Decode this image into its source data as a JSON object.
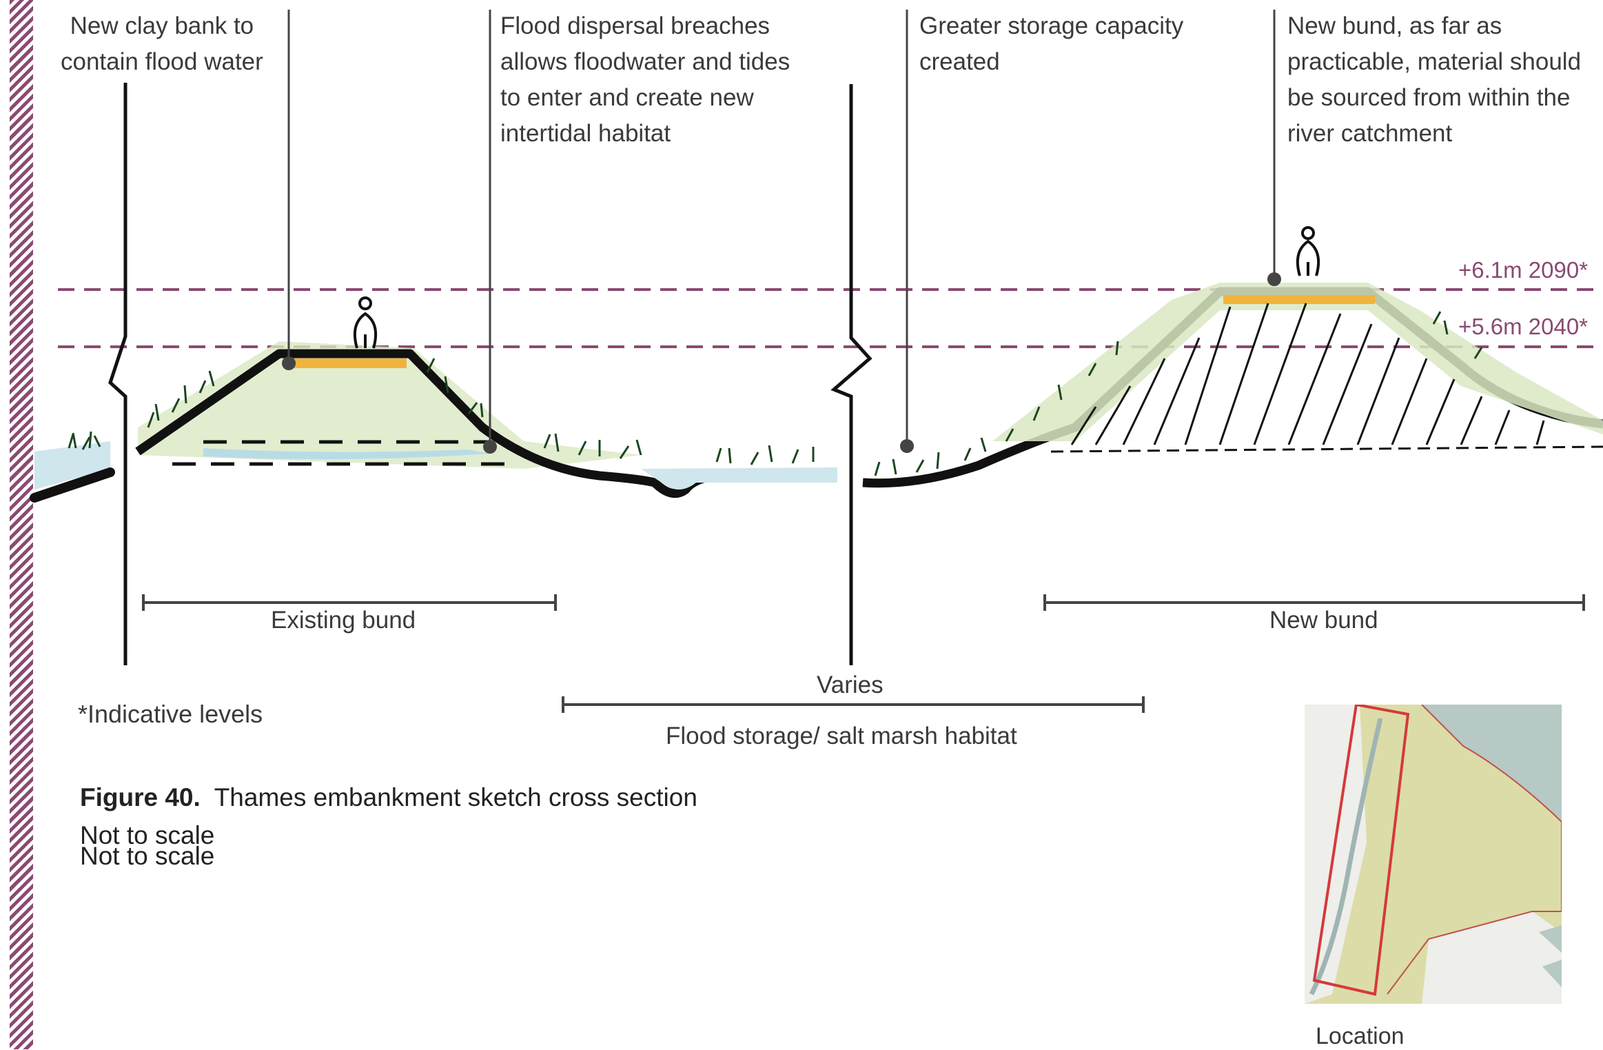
{
  "callouts": [
    {
      "id": "clay-bank",
      "lines": [
        "New clay bank to",
        "contain flood water"
      ]
    },
    {
      "id": "breaches",
      "lines": [
        "Flood dispersal breaches",
        "allows floodwater and tides",
        "to enter and create new",
        "intertidal habitat"
      ]
    },
    {
      "id": "storage",
      "lines": [
        "Greater storage capacity",
        "created"
      ]
    },
    {
      "id": "new-bund",
      "lines": [
        "New bund, as far as",
        "practicable, material should",
        "be sourced from within the",
        "river catchment"
      ]
    }
  ],
  "levels": [
    {
      "label": "+6.1m 2090*"
    },
    {
      "label": "+5.6m 2040*"
    }
  ],
  "dimensions": {
    "existing_bund": "Existing bund",
    "new_bund": "New bund",
    "varies": "Varies",
    "flood_storage": "Flood storage/ salt marsh habitat"
  },
  "note": "*Indicative levels",
  "caption": {
    "number": "Figure 40.",
    "text": "Thames embankment sketch cross section"
  },
  "scale_notes": [
    "Not to scale",
    "Not to scale"
  ],
  "location_label": "Location",
  "colors": {
    "accent_purple": "#8a4a72",
    "ground": "#111111",
    "crest": "#f0b43c",
    "vegetation": "#d9e8c2",
    "water": "#cfe6ec",
    "map_land": "#dcdca8",
    "map_water": "#b7c9c4",
    "map_outline": "#d43a3a"
  }
}
